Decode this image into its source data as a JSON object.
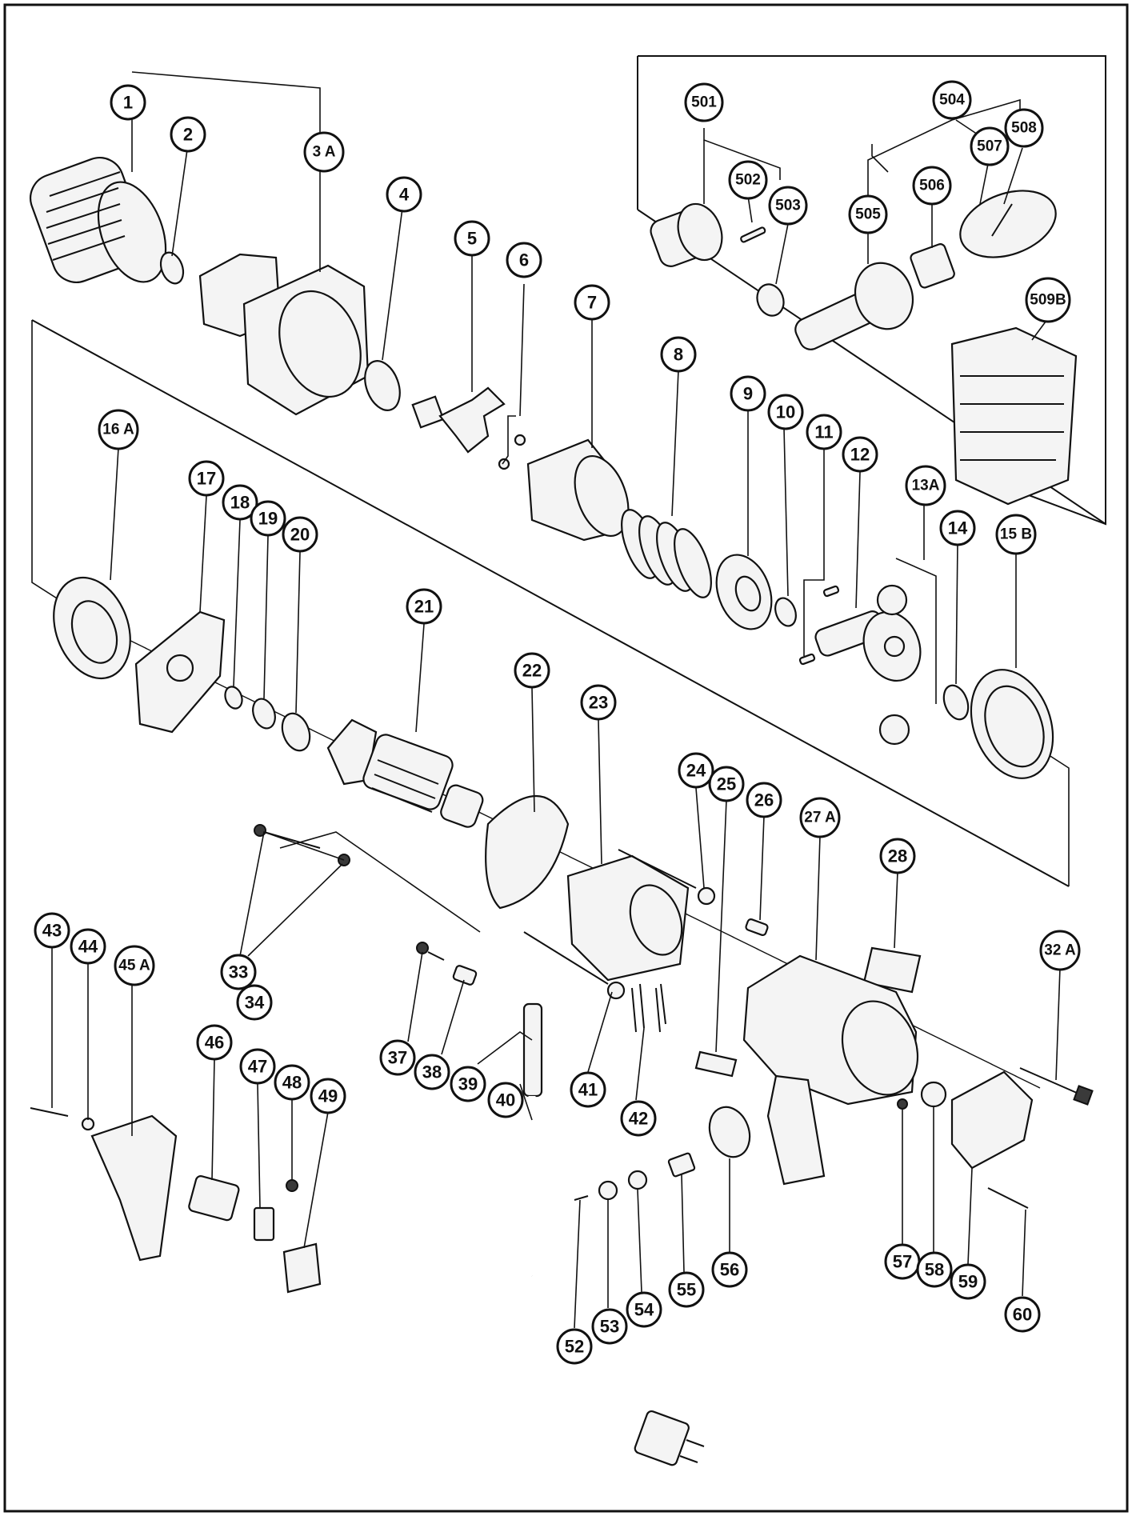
{
  "colors": {
    "ink": "#111111",
    "paper": "#ffffff",
    "part_fill": "#f4f4f4",
    "part_dark": "#3a3a3a"
  },
  "callouts": {
    "p1": "1",
    "p2": "2",
    "p3a": "3 A",
    "p4": "4",
    "p5": "5",
    "p6": "6",
    "p7": "7",
    "p8": "8",
    "p9": "9",
    "p10": "10",
    "p11": "11",
    "p12": "12",
    "p13a": "13A",
    "p14": "14",
    "p15b": "15 B",
    "p16a": "16 A",
    "p17": "17",
    "p18": "18",
    "p19": "19",
    "p20": "20",
    "p21": "21",
    "p22": "22",
    "p23": "23",
    "p24": "24",
    "p25": "25",
    "p26": "26",
    "p27a": "27 A",
    "p28": "28",
    "p32a": "32 A",
    "p33": "33",
    "p34": "34",
    "p37": "37",
    "p38": "38",
    "p39": "39",
    "p40": "40",
    "p41": "41",
    "p42": "42",
    "p43": "43",
    "p44": "44",
    "p45a": "45 A",
    "p46": "46",
    "p47": "47",
    "p48": "48",
    "p49": "49",
    "p52": "52",
    "p53": "53",
    "p54": "54",
    "p55": "55",
    "p56": "56",
    "p57": "57",
    "p58": "58",
    "p59": "59",
    "p60": "60",
    "p501": "501",
    "p502": "502",
    "p503": "503",
    "p504": "504",
    "p505": "505",
    "p506": "506",
    "p507": "507",
    "p508": "508",
    "p509b": "509B"
  }
}
